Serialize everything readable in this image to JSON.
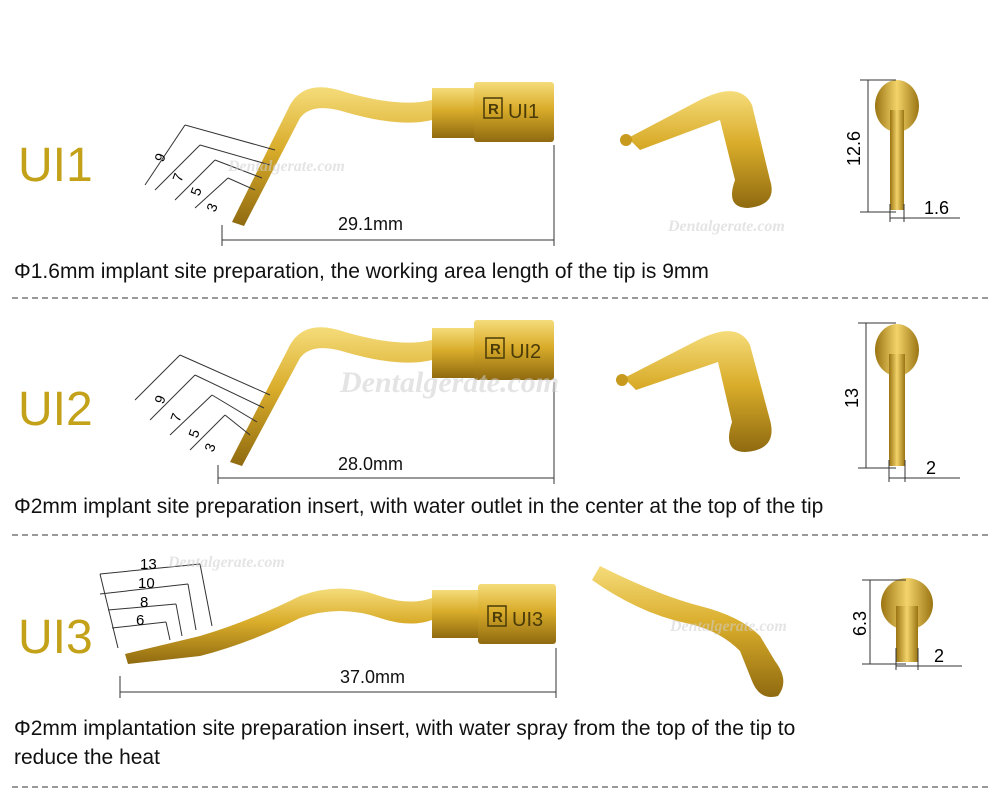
{
  "items": [
    {
      "code": "UI1",
      "length": "29.1mm",
      "marks": [
        "9",
        "7",
        "5",
        "3"
      ],
      "height": "12.6",
      "diameter": "1.6",
      "description": "Φ1.6mm implant site preparation, the working area length of the tip is 9mm"
    },
    {
      "code": "UI2",
      "length": "28.0mm",
      "marks": [
        "9",
        "7",
        "5",
        "3"
      ],
      "height": "13",
      "diameter": "2",
      "description": "Φ2mm implant site preparation insert, with water outlet in the center at the top of the tip"
    },
    {
      "code": "UI3",
      "length": "37.0mm",
      "marks": [
        "13",
        "10",
        "8",
        "6"
      ],
      "height": "6.3",
      "diameter": "2",
      "description_line1": "Φ2mm implantation site preparation insert, with water spray from the top of the tip to",
      "description_line2": "reduce the heat"
    }
  ],
  "watermark": "Dentalgerate.com",
  "colors": {
    "gold": "#c3a21a",
    "tool_gold": "#d4a823",
    "dim_line": "#333333",
    "divider": "#999999"
  }
}
